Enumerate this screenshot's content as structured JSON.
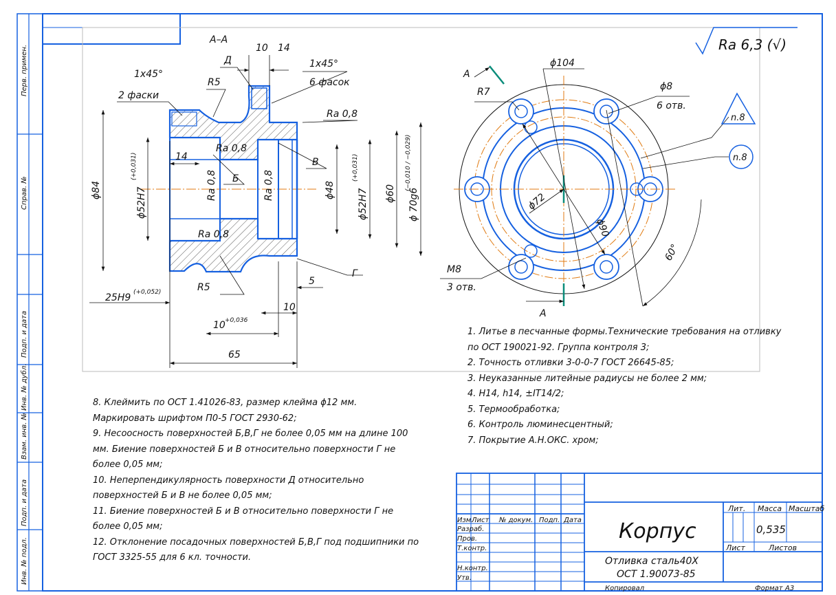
{
  "roughness_general": "Ra 6,3 (√)",
  "section": {
    "label": "A–A",
    "dims": {
      "d10": "10",
      "d14": "14",
      "chamfer1": "1x45°",
      "chamfer1_note": "2 фаски",
      "chamfer2": "1x45°",
      "chamfer2_note": "6 фасок",
      "D_label": "Д",
      "r5_top": "R5",
      "r5_bot": "R5",
      "d14b": "14",
      "ra_08_top": "Ra 0,8",
      "ra_08_mid": "Ra 0,8",
      "ra_08_v1": "Ra 0,8",
      "ra_08_v2": "Ra 0,8",
      "ra_08_bot": "Ra 0,8",
      "B_label": "Б",
      "V_label": "В",
      "G_label": "Г",
      "phi84": "ϕ84",
      "phi52h7_left": "ϕ52H7",
      "tol_left": "(+0,031)",
      "phi48": "ϕ48",
      "phi52h7_right": "ϕ52H7",
      "tol_right": "(+0,031)",
      "phi60": "ϕ60",
      "phi70": "ϕ 70g6",
      "tol70": "(−0,010 / −0,029)",
      "d5": "5",
      "d25": "25H9",
      "tol25": "(+0,052)",
      "d10b": "10",
      "d10c": "10",
      "tol10": "+0,036",
      "d65": "65"
    }
  },
  "view": {
    "phi104": "ϕ104",
    "r7": "R7",
    "phi8": "ϕ8",
    "holes6": "6 отв.",
    "phi72": "ϕ72",
    "phi90": "ϕ90",
    "angle60": "60°",
    "m8": "M8",
    "holes3": "3 отв.",
    "section_mark": "A",
    "triangle": "n.8",
    "circle": "n.8"
  },
  "notes_right": [
    "1. Литье в песчанные формы.Технические требования на отливку",
    "по ОСТ 190021-92. Группа контроля 3;",
    "2. Точность отливки 3-0-0-7 ГОСТ 26645-85;",
    "3. Неуказанные литейные радиусы не более 2 мм;",
    "4. H14, h14, ±IT14/2;",
    "5. Термообработка;",
    "6. Контроль люминесцентный;",
    "7. Покрытие А.Н.ОКС. хром;"
  ],
  "notes_left": [
    "8. Клеймить   по   ОСТ   1.41026-83,   размер   клейма   ϕ12   мм.",
    "Маркировать шрифтом П0-5 ГОСТ 2930-62;",
    "9. Несоосность поверхностей Б,В,Г не более 0,05 мм на длине 100",
    "мм. Биение поверхностей Б и В относительно поверхности Г не",
    "более 0,05 мм;",
    "10. Неперпендикулярность        поверхности        Д        относительно",
    "поверхностей Б и В не более 0,05 мм;",
    "11. Биение поверхностей Б и В относительно поверхности Г не",
    "более 0,05 мм;",
    "12. Отклонение посадочных поверхностей Б,В,Г под подшипники по",
    "ГОСТ 3325-55 для 6 кл. точности."
  ],
  "title_block": {
    "name": "Корпус",
    "material_1": "Отливка сталь40Х",
    "material_2": "ОСТ 1.90073-85",
    "lit": "Лит.",
    "mass": "Масса",
    "scale": "Масштаб",
    "mass_value": "0,535",
    "sheet": "Лист",
    "sheets": "Листов",
    "izm": "Изм.",
    "list": "Лист",
    "doc": "№ докум.",
    "sign": "Подп.",
    "date": "Дата",
    "razrab": "Разраб.",
    "prov": "Пров.",
    "tkontr": "Т.контр.",
    "nkontr": "Н.контр.",
    "utv": "Утв.",
    "copied": "Копировал",
    "format": "Формат",
    "format_value": "А3"
  },
  "sidebar": {
    "perv_primen": "Перв. примен.",
    "sprav": "Справ. №",
    "podp_data_1": "Подп. и дата",
    "inv_dubl": "Инв. № дубл.",
    "vzam_inv": "Взам. инв. №",
    "podp_data_2": "Подп. и дата",
    "inv_podl": "Инв. № подл."
  },
  "colors": {
    "frame": "#1560e0",
    "center": "#e07a10",
    "ink": "#111111",
    "accent": "#0a8c7a"
  }
}
